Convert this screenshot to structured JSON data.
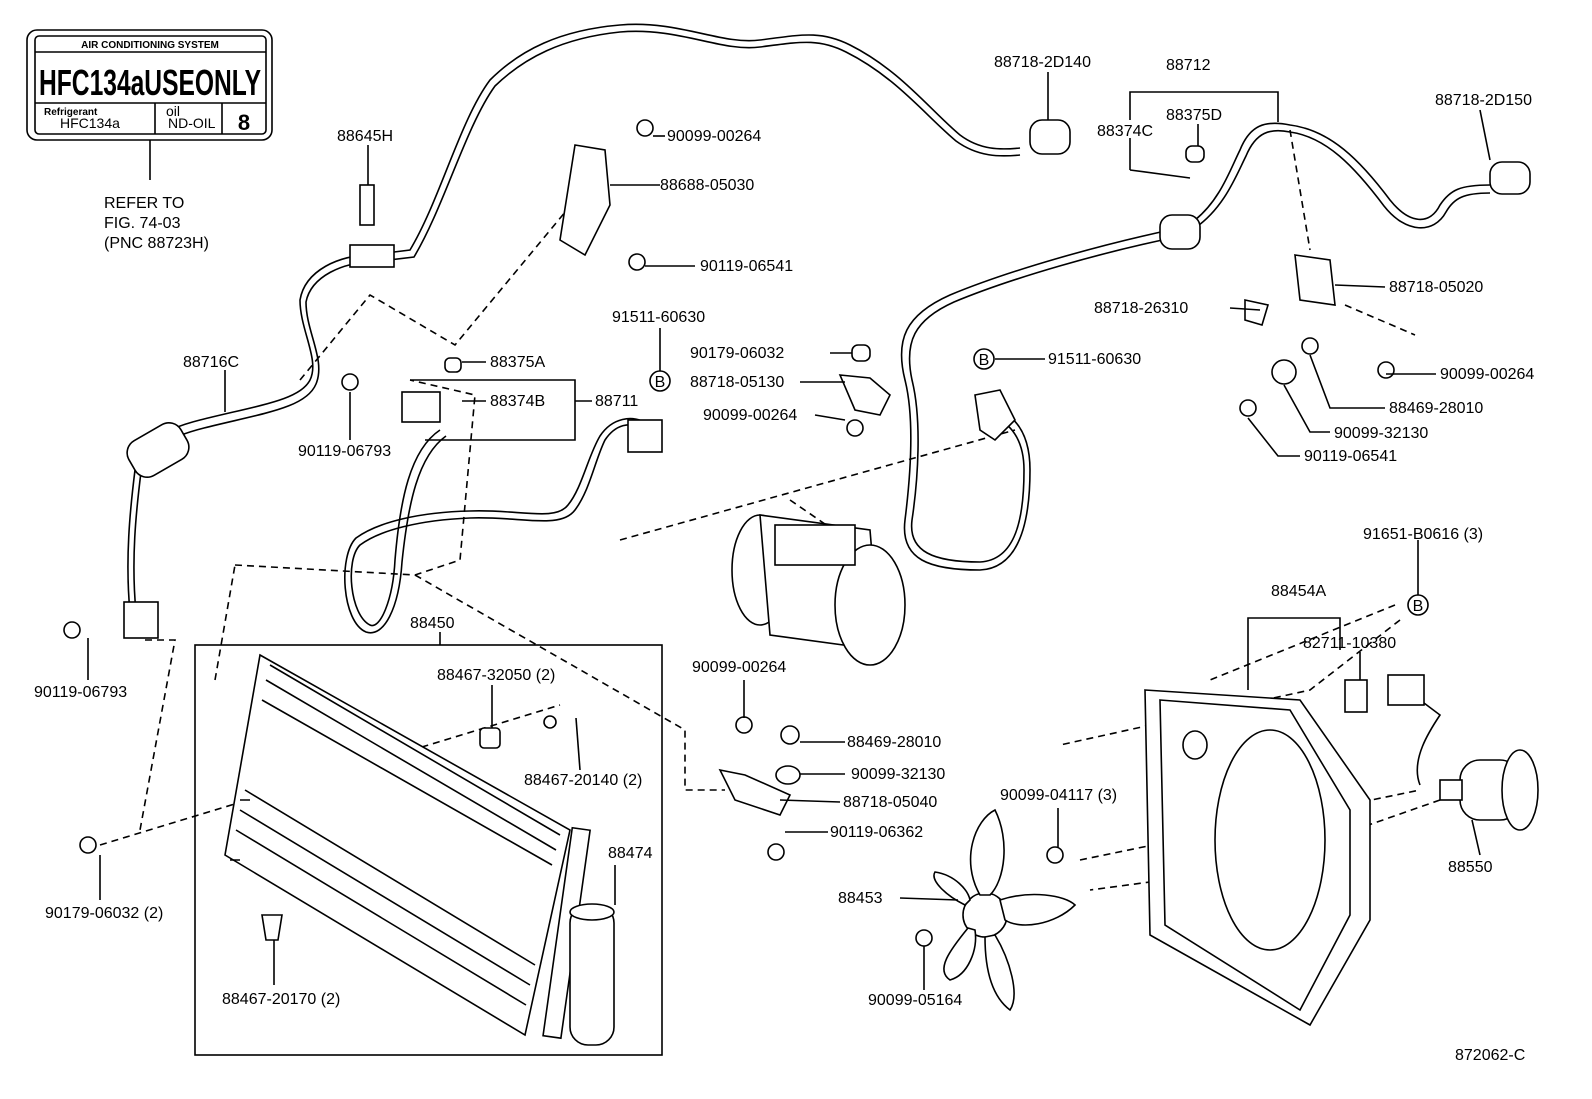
{
  "label_plate": {
    "header": "AIR CONDITIONING SYSTEM",
    "main": "HFC134aUSEONLY",
    "refrigerant_label": "Refrigerant",
    "refrigerant_value": "HFC134a",
    "oil_label": "oil",
    "oil_value": "ND-OIL",
    "oil_number": "8"
  },
  "refer_note": [
    "REFER TO",
    "FIG. 74-03",
    "(PNC 88723H)"
  ],
  "callouts": {
    "c88645H": "88645H",
    "c88716C": "88716C",
    "c90099_00264_top": "90099-00264",
    "c88688_05030": "88688-05030",
    "c90119_06541_top": "90119-06541",
    "c88718_2D140": "88718-2D140",
    "c88712": "88712",
    "c88375D": "88375D",
    "c88374C": "88374C",
    "c88718_2D150": "88718-2D150",
    "c91511_60630_a": "91511-60630",
    "c91511_60630_b": "91511-60630",
    "c88375A": "88375A",
    "c88374B": "88374B",
    "c88711": "88711",
    "c90119_06793_a": "90119-06793",
    "c90179_06032_a": "90179-06032",
    "c88718_05130": "88718-05130",
    "c90099_00264_mid": "90099-00264",
    "c88718_26310": "88718-26310",
    "c88718_05020": "88718-05020",
    "c90099_00264_right": "90099-00264",
    "c88469_28010_a": "88469-28010",
    "c90099_32130_a": "90099-32130",
    "c90119_06541_right": "90119-06541",
    "c91651_B0616": "91651-B0616 (3)",
    "c88454A": "88454A",
    "c82711_10380": "82711-10380",
    "c88550": "88550",
    "c90119_06793_b": "90119-06793",
    "c88450": "88450",
    "c88467_32050": "88467-32050 (2)",
    "c88467_20140": "88467-20140 (2)",
    "c88474": "88474",
    "c90179_06032_b": "90179-06032 (2)",
    "c88467_20170": "88467-20170 (2)",
    "c90099_00264_low": "90099-00264",
    "c88469_28010_b": "88469-28010",
    "c90099_32130_b": "90099-32130",
    "c88718_05040": "88718-05040",
    "c90119_06362": "90119-06362",
    "c90099_04117": "90099-04117 (3)",
    "c88453": "88453",
    "c90099_05164": "90099-05164",
    "circle_b": "B",
    "figure_code": "872062-C"
  }
}
